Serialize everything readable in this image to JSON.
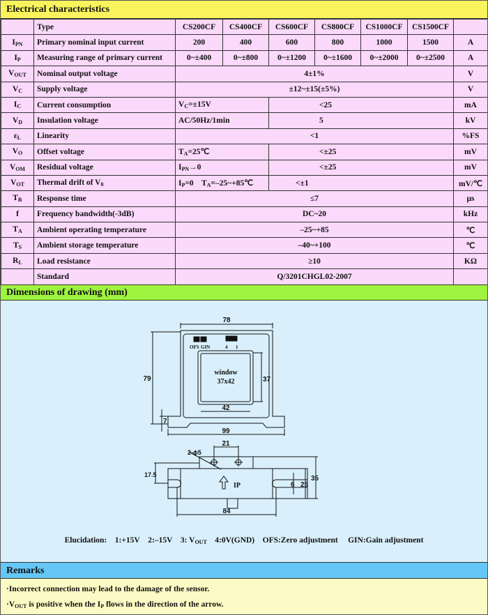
{
  "electrical": {
    "title": "Electrical characteristics",
    "header": {
      "label": "Type",
      "models": [
        "CS200CF",
        "CS400CF",
        "CS600CF",
        "CS800CF",
        "CS1000CF",
        "CS1500CF"
      ]
    },
    "rows": [
      {
        "sym": "I",
        "sub": "PN",
        "name": "Primary nominal input current",
        "values": [
          "200",
          "400",
          "600",
          "800",
          "1000",
          "1500"
        ],
        "unit": "A"
      },
      {
        "sym": "I",
        "sub": "P",
        "name": "Measuring range of primary current",
        "values": [
          "0~±400",
          "0~±800",
          "0~±1200",
          "0~±1600",
          "0~±2000",
          "0~±2500"
        ],
        "unit": "A"
      },
      {
        "sym": "V",
        "sub": "OUT",
        "name": "Nominal output voltage",
        "value": "4±1%",
        "unit": "V"
      },
      {
        "sym": "V",
        "sub": "C",
        "name": "Supply voltage",
        "value": "±12~±15(±5%)",
        "unit": "V"
      },
      {
        "sym": "I",
        "sub": "C",
        "name": "Current consumption",
        "cond": [
          {
            "t": "V"
          },
          {
            "s": "C"
          },
          {
            "t": "=±15V"
          }
        ],
        "value": "<25",
        "unit": "mA"
      },
      {
        "sym": "V",
        "sub": "D",
        "name": "Insulation voltage",
        "cond": [
          {
            "t": "AC/50Hz/1min"
          }
        ],
        "value": "5",
        "unit": "kV"
      },
      {
        "sym": "ε",
        "sub": "L",
        "name": "Linearity",
        "value": "<1",
        "unit": "%FS"
      },
      {
        "sym": "V",
        "sub": "O",
        "name": "Offset voltage",
        "cond": [
          {
            "t": "T"
          },
          {
            "s": "A"
          },
          {
            "t": "=25℃"
          }
        ],
        "value": "<±25",
        "unit": "mV"
      },
      {
        "sym": "V",
        "sub": "OM",
        "name": "Residual voltage",
        "cond": [
          {
            "t": "I"
          },
          {
            "s": "PN"
          },
          {
            "t": "→0"
          }
        ],
        "value": "<±25",
        "unit": "mV"
      },
      {
        "sym": "V",
        "sub": "OT",
        "name": "Thermal drift of V",
        "namesub": "0",
        "cond": [
          {
            "t": "I"
          },
          {
            "s": "P"
          },
          {
            "t": "=0    T"
          },
          {
            "s": "A"
          },
          {
            "t": "=–25~+85℃"
          }
        ],
        "value": "<±1",
        "unit": "mV/℃"
      },
      {
        "sym": "T",
        "sub": "R",
        "name": "Response time",
        "value": "≤7",
        "unit": "μs"
      },
      {
        "sym": "f",
        "sub": "",
        "name": "Frequency bandwidth(-3dB)",
        "value": "DC~20",
        "unit": "kHz"
      },
      {
        "sym": "T",
        "sub": "A",
        "name": "Ambient operating temperature",
        "value": "–25~+85",
        "unit": "℃"
      },
      {
        "sym": "T",
        "sub": "S",
        "name": "Ambient storage temperature",
        "value": "–40~+100",
        "unit": "℃"
      },
      {
        "sym": "R",
        "sub": "L",
        "name": "Load resistance",
        "value": "≥10",
        "unit": "KΩ"
      },
      {
        "sym": "",
        "sub": "",
        "name": "Standard",
        "value": "Q/3201CHGL02-2007",
        "unit": ""
      }
    ]
  },
  "dimensions": {
    "title": "Dimensions of drawing (mm)",
    "labels": {
      "w78": "78",
      "h79": "79",
      "h37": "37",
      "w42": "42",
      "w99": "99",
      "h7": "7",
      "window": "window",
      "window_size": "37x42",
      "ofs": "OFS",
      "gin": "GIN",
      "pin4": "4",
      "pin1": "1",
      "holes": "2-ϕ5",
      "w21": "21",
      "h17": "17.5",
      "h6": "6",
      "h25": "25",
      "h35": "35",
      "w84": "84",
      "ip": "IP"
    },
    "elucidation": {
      "label": "Elucidation:",
      "p1": "1:+15V",
      "p2": "2:–15V",
      "p3": "3: V",
      "p3sub": "OUT",
      "p4": "4:0V(GND)",
      "ofs": "OFS:Zero adjustment",
      "gin": "GIN:Gain adjustment"
    }
  },
  "remarks": {
    "title": "Remarks",
    "line1": "·Incorrect connection may lead to the damage of the sensor.",
    "line2a": "·V",
    "line2sub1": "OUT",
    "line2b": " is positive when the I",
    "line2sub2": "P",
    "line2c": " flows in the direction of the arrow."
  },
  "colors": {
    "header_yellow": "#f9f45b",
    "table_pink": "#fbd9fb",
    "section_green": "#9ff43f",
    "drawing_blue": "#d9f0fc",
    "section_blue": "#65c7f7",
    "remarks_yellow": "#fcfbc5"
  }
}
